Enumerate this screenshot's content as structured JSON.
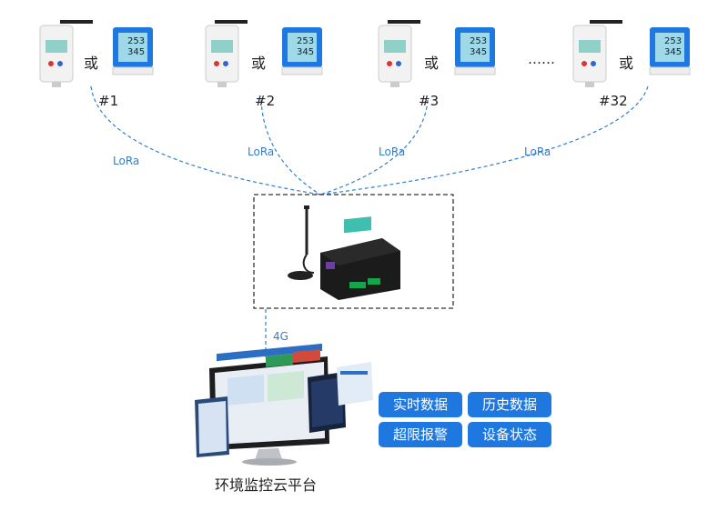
{
  "devices": [
    {
      "index_label": "#1",
      "screen_temp": "253",
      "screen_hum": "345"
    },
    {
      "index_label": "#2",
      "screen_temp": "253",
      "screen_hum": "345"
    },
    {
      "index_label": "#3",
      "screen_temp": "253",
      "screen_hum": "345"
    },
    {
      "index_label": "#32",
      "screen_temp": "253",
      "screen_hum": "345"
    }
  ],
  "or_label": "或",
  "ellipsis": "……",
  "link_label": "LoRa",
  "uplink_label": "4G",
  "platform_label": "环境监控云平台",
  "features": [
    "实时数据",
    "历史数据",
    "超限报警",
    "设备状态"
  ],
  "colors": {
    "accent": "#1f78e0",
    "link": "#2f7fd0",
    "dashed_box": "#333333"
  }
}
